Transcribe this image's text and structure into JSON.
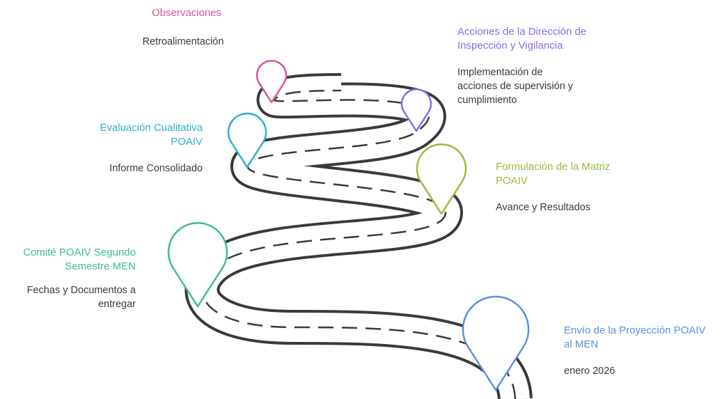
{
  "milestones": [
    {
      "title": "Observaciones",
      "description": "Retroalimentación",
      "color": "#d9539e",
      "icon": "map-pin-icon"
    },
    {
      "title": "Acciones de la Dirección de\nInspección y Vigilancia",
      "description": "Implementación de\nacciones de supervisión y\ncumplimiento",
      "color": "#8b6ae6",
      "icon": "map-pin-icon"
    },
    {
      "title": "Evaluación Cualitativa\nPOAIV",
      "description": "Informe Consolidado",
      "color": "#2cb1cf",
      "icon": "map-pin-icon"
    },
    {
      "title": "Formulación de la Matriz\nPOAIV",
      "description": "Avance y Resultados",
      "color": "#97bd3d",
      "icon": "map-pin-icon"
    },
    {
      "title": "Comité POAIV Segundo\nSemestre MEN",
      "description": "Fechas y Documentos a\nentregar",
      "color": "#3cbf84",
      "icon": "map-pin-icon"
    },
    {
      "title": "Envío de la Proyección POAIV\nal MEN",
      "description": "enero 2026",
      "color": "#5b8fe0",
      "icon": "map-pin-icon"
    }
  ],
  "road": {
    "color": "#3a3a3a",
    "inner_color": "#ffffff",
    "dash_color": "#3a3a3a"
  }
}
